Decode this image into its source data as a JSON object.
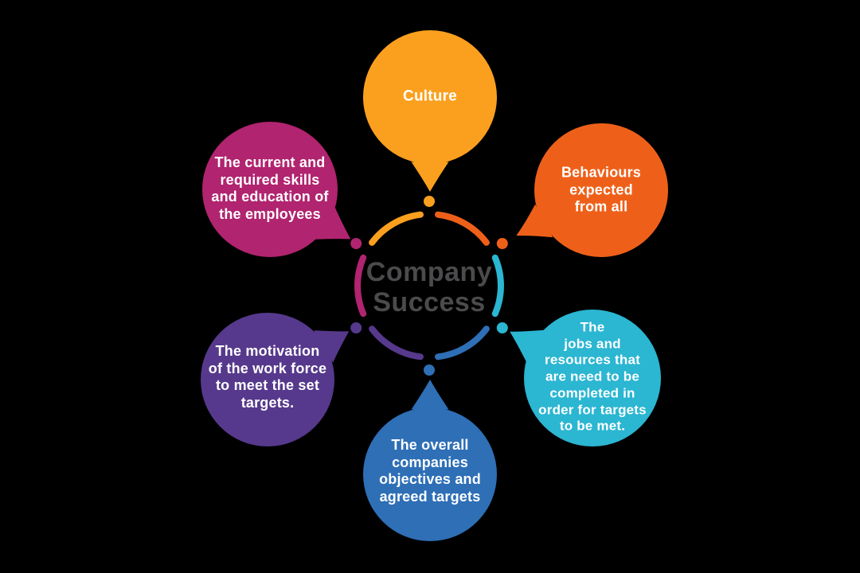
{
  "background": "#000000",
  "center": {
    "title": "Company\nSuccess",
    "title_color": "#4B4B4D"
  },
  "text_color": "#FFFFFF",
  "nodes": [
    {
      "id": "culture",
      "label": "Culture",
      "color": "#FBA01E"
    },
    {
      "id": "behaviours",
      "label": "Behaviours\nexpected\nfrom all",
      "color": "#EE6019"
    },
    {
      "id": "jobs-resources",
      "label": "The\njobs and\nresources that\nare need to be\ncompleted in\norder for targets\nto be met.",
      "color": "#2BB6D2"
    },
    {
      "id": "objectives-targets",
      "label": "The overall\ncompanies\nobjectives and\nagreed targets",
      "color": "#2E6FB6"
    },
    {
      "id": "motivation",
      "label": "The motivation\nof the work force\nto meet the set\ntargets.",
      "color": "#56398C"
    },
    {
      "id": "skills-education",
      "label": "The current and\nrequired skills\nand education of\nthe employees",
      "color": "#B1246F"
    }
  ]
}
